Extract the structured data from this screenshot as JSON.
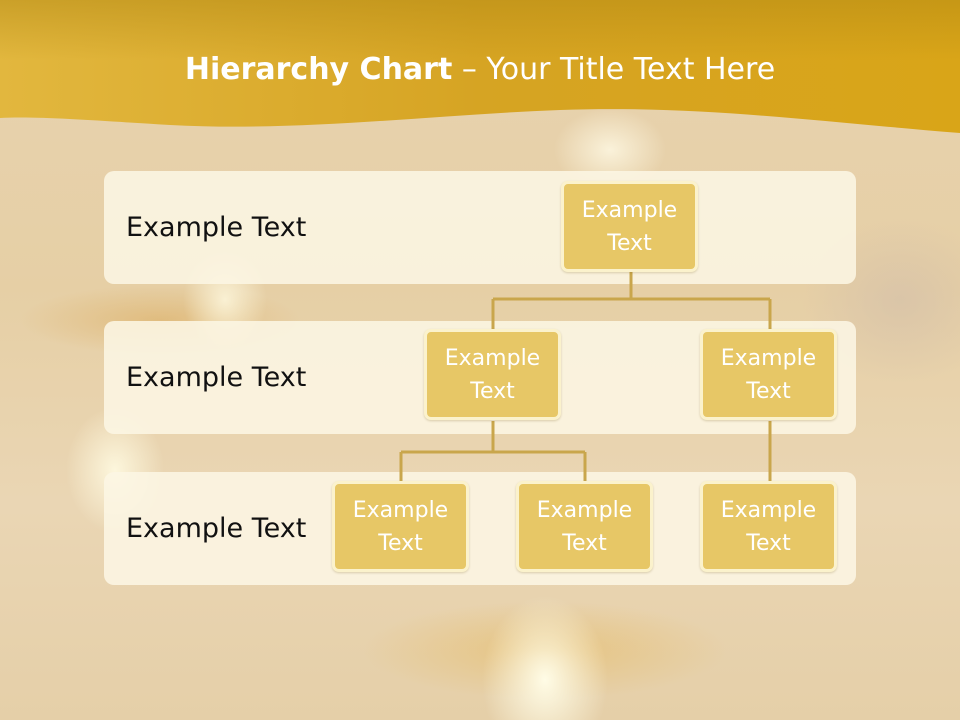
{
  "slide": {
    "title_bold": "Hierarchy Chart",
    "title_rest": " – Your Title Text Here"
  },
  "levels": [
    {
      "label": "Example Text"
    },
    {
      "label": "Example Text"
    },
    {
      "label": "Example Text"
    }
  ],
  "nodes": [
    {
      "id": "root",
      "text": "Example Text"
    },
    {
      "id": "child-left",
      "text": "Example Text"
    },
    {
      "id": "child-right",
      "text": "Example Text"
    },
    {
      "id": "grandchild-1",
      "text": "Example Text"
    },
    {
      "id": "grandchild-2",
      "text": "Example Text"
    },
    {
      "id": "grandchild-3",
      "text": "Example Text"
    }
  ],
  "colors": {
    "header_gold": "#d9a91c",
    "node_fill": "#e7c766",
    "connector": "#c9a64c"
  }
}
